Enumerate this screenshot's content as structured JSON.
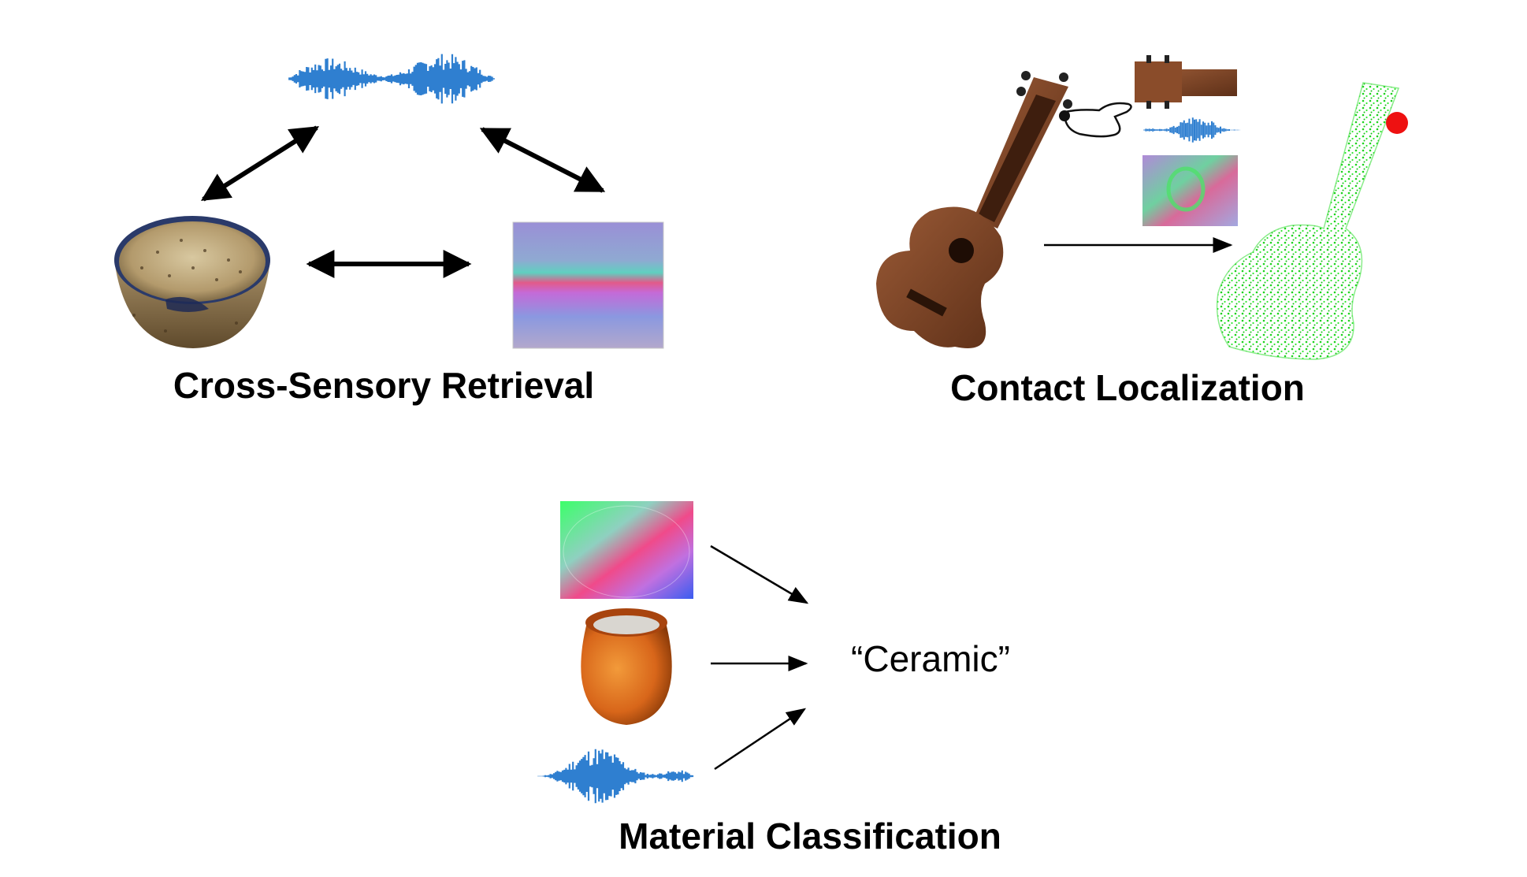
{
  "panels": {
    "retrieval": {
      "caption": "Cross-Sensory Retrieval"
    },
    "localization": {
      "caption": "Contact Localization"
    },
    "classification": {
      "caption": "Material Classification",
      "output_label": "“Ceramic”"
    }
  },
  "colors": {
    "waveform": "#2f7fd0",
    "arrow": "#000000",
    "point_cloud": "#22dd22",
    "contact_marker": "#ee1111",
    "bowl": "#b8a57c",
    "ukulele": "#7a4328",
    "pot": "#d86a1a"
  },
  "icons": {
    "audio": "audio-waveform-icon",
    "touch": "tactile-image-icon",
    "vision": "object-render-icon",
    "hand": "pointing-hand-icon",
    "cloud": "point-cloud-icon"
  }
}
